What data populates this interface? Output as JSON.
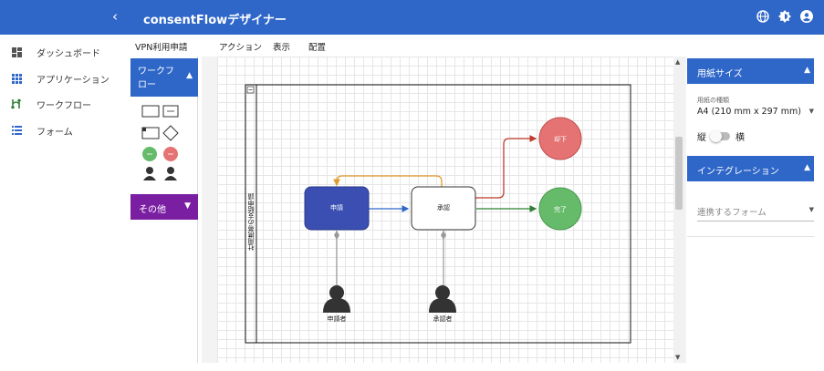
{
  "sidebar": {
    "collapse_glyph": "‹",
    "items": [
      {
        "label": "ダッシュボード",
        "icon": "dashboard-icon"
      },
      {
        "label": "アプリケーション",
        "icon": "apps-grid-icon"
      },
      {
        "label": "ワークフロー",
        "icon": "workflow-icon"
      },
      {
        "label": "フォーム",
        "icon": "list-icon"
      }
    ]
  },
  "app_bar": {
    "title": "consentFlowデザイナー",
    "icons": [
      "globe-icon",
      "theme-icon",
      "account-icon"
    ]
  },
  "menubar": {
    "document": "VPN利用申請",
    "items": [
      "アクション",
      "表示",
      "配置"
    ]
  },
  "palette": {
    "section1": "ワークフロー",
    "section2": "その他",
    "collapse_glyph": "▲",
    "expand_glyph": "▼"
  },
  "diagram": {
    "lane_title": "社用携帯の支給申請",
    "nodes": {
      "apply": "申請",
      "approve": "承認",
      "reject": "却下",
      "complete": "完了",
      "applicant": "申請者",
      "approver": "承認者"
    },
    "colors": {
      "apply": "#3b4fb3",
      "reject": "#e57373",
      "complete": "#66bb6a",
      "edge_blue": "#2f67c9",
      "edge_orange": "#e09a2a",
      "edge_red": "#c0392b",
      "edge_green": "#2e7d32"
    }
  },
  "right_panel": {
    "paper_header": "用紙サイズ",
    "paper_type_label": "用紙の種類",
    "paper_type_value": "A4 (210 mm x 297 mm)",
    "portrait": "縦",
    "landscape": "横",
    "integration_header": "インテグレーション",
    "form_placeholder": "連携するフォーム",
    "collapse_glyph": "▲",
    "select_glyph": "▼"
  }
}
